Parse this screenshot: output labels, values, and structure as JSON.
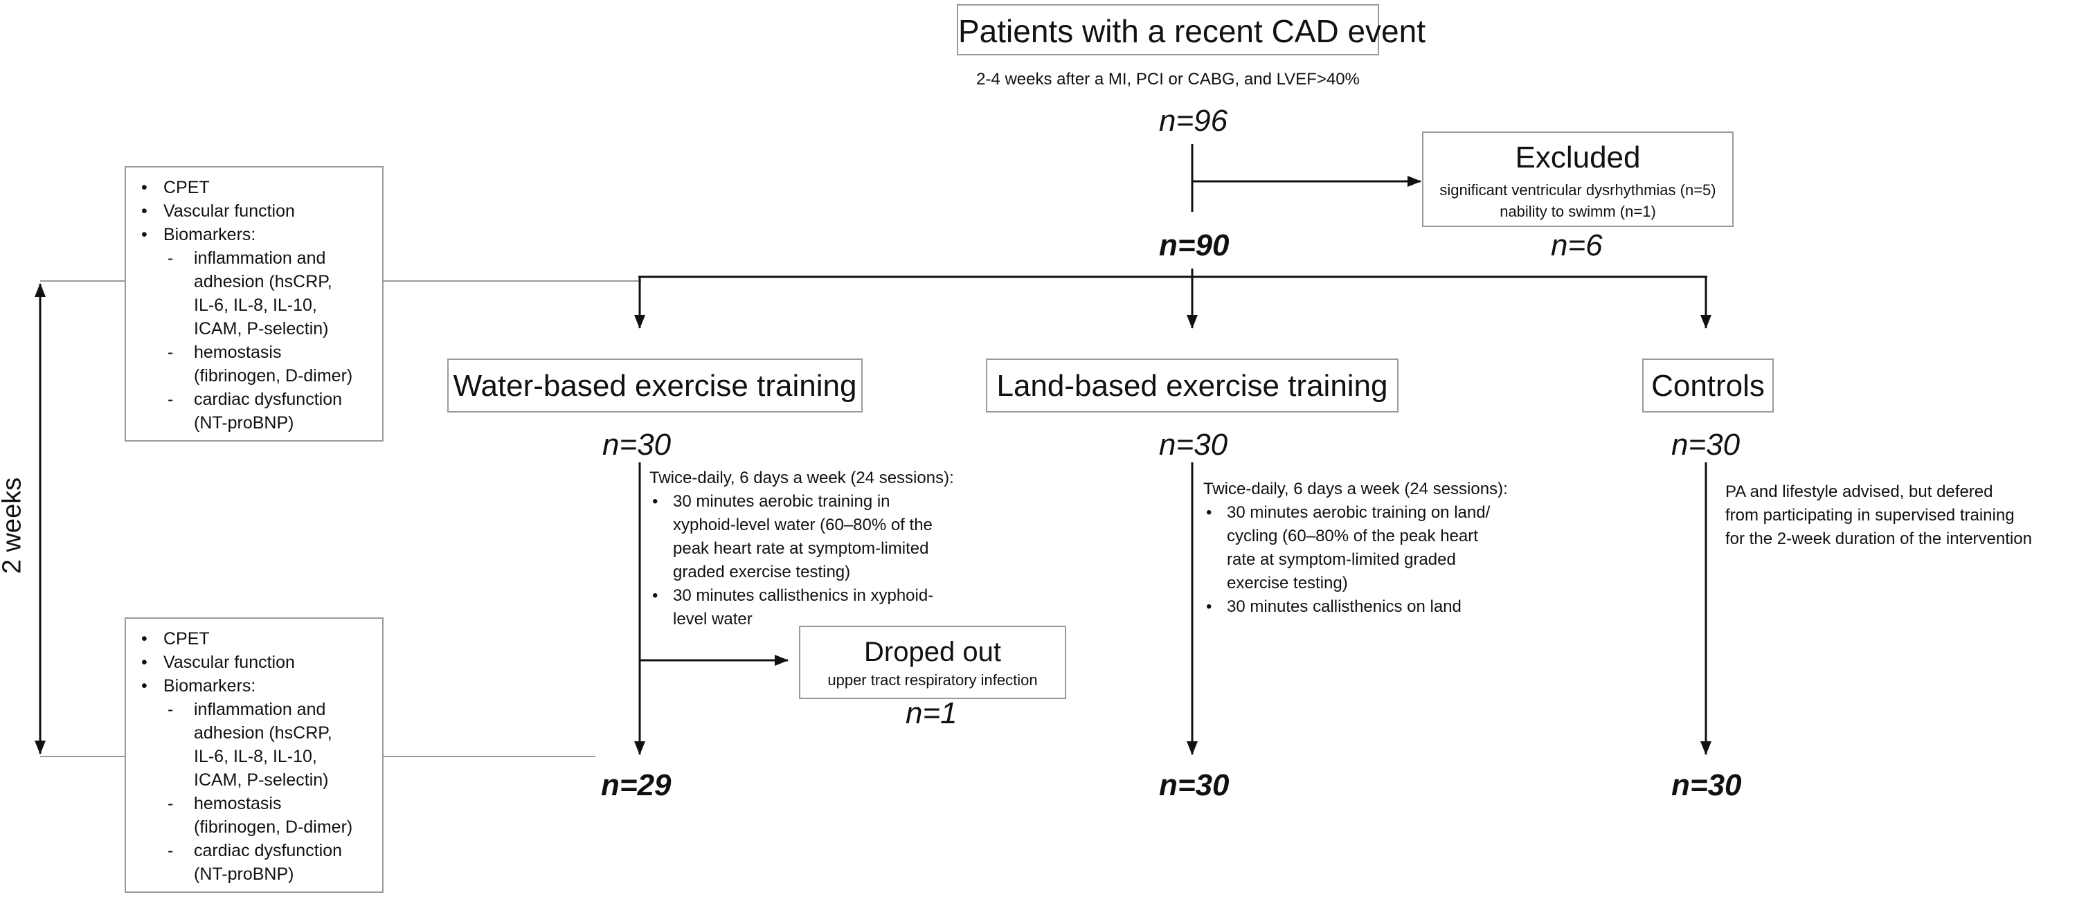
{
  "enrollment": {
    "title": "Patients with a recent CAD event",
    "subtitle": "2-4 weeks after a MI, PCI or CABG, and LVEF>40%",
    "n_initial": "n=96",
    "n_after": "n=90"
  },
  "excluded": {
    "title": "Excluded",
    "reasons": [
      "significant ventricular dysrhythmias (n=5)",
      "nability to swimm (n=1)"
    ],
    "n": "n=6"
  },
  "arms": [
    {
      "label": "Water-based exercise training",
      "n_start": "n=30",
      "n_end": "n=29",
      "protocol_intro": "Twice-daily, 6 days a week (24 sessions):",
      "protocol_items": [
        [
          "30 minutes aerobic training in",
          "xyphoid-level water (60–80% of the",
          "peak heart rate at symptom-limited",
          "graded exercise testing)"
        ],
        [
          "30 minutes callisthenics in xyphoid-",
          "level water"
        ]
      ]
    },
    {
      "label": "Land-based exercise training",
      "n_start": "n=30",
      "n_end": "n=30",
      "protocol_intro": "Twice-daily, 6 days a week (24 sessions):",
      "protocol_items": [
        [
          "30 minutes aerobic training on land/",
          "cycling (60–80% of the peak heart",
          "rate at symptom-limited graded",
          "exercise testing)"
        ],
        [
          "30 minutes callisthenics on land"
        ]
      ]
    },
    {
      "label": "Controls",
      "n_start": "n=30",
      "n_end": "n=30",
      "protocol_lines": [
        "PA and lifestyle advised, but defered",
        "from participating in supervised training",
        "for the 2-week duration of the intervention"
      ]
    }
  ],
  "dropout": {
    "title": "Droped out",
    "reason": "upper tract respiratory infection",
    "n": "n=1"
  },
  "duration_label": "2 weeks",
  "assessments": {
    "items": [
      "CPET",
      "Vascular function",
      "Biomarkers:"
    ],
    "biomarkers": [
      [
        "inflammation and",
        "adhesion (hsCRP,",
        "IL-6, IL-8, IL-10,",
        "ICAM, P-selectin)"
      ],
      [
        "hemostasis",
        "(fibrinogen, D-dimer)"
      ],
      [
        "cardiac dysfunction",
        "(NT-proBNP)"
      ]
    ]
  }
}
